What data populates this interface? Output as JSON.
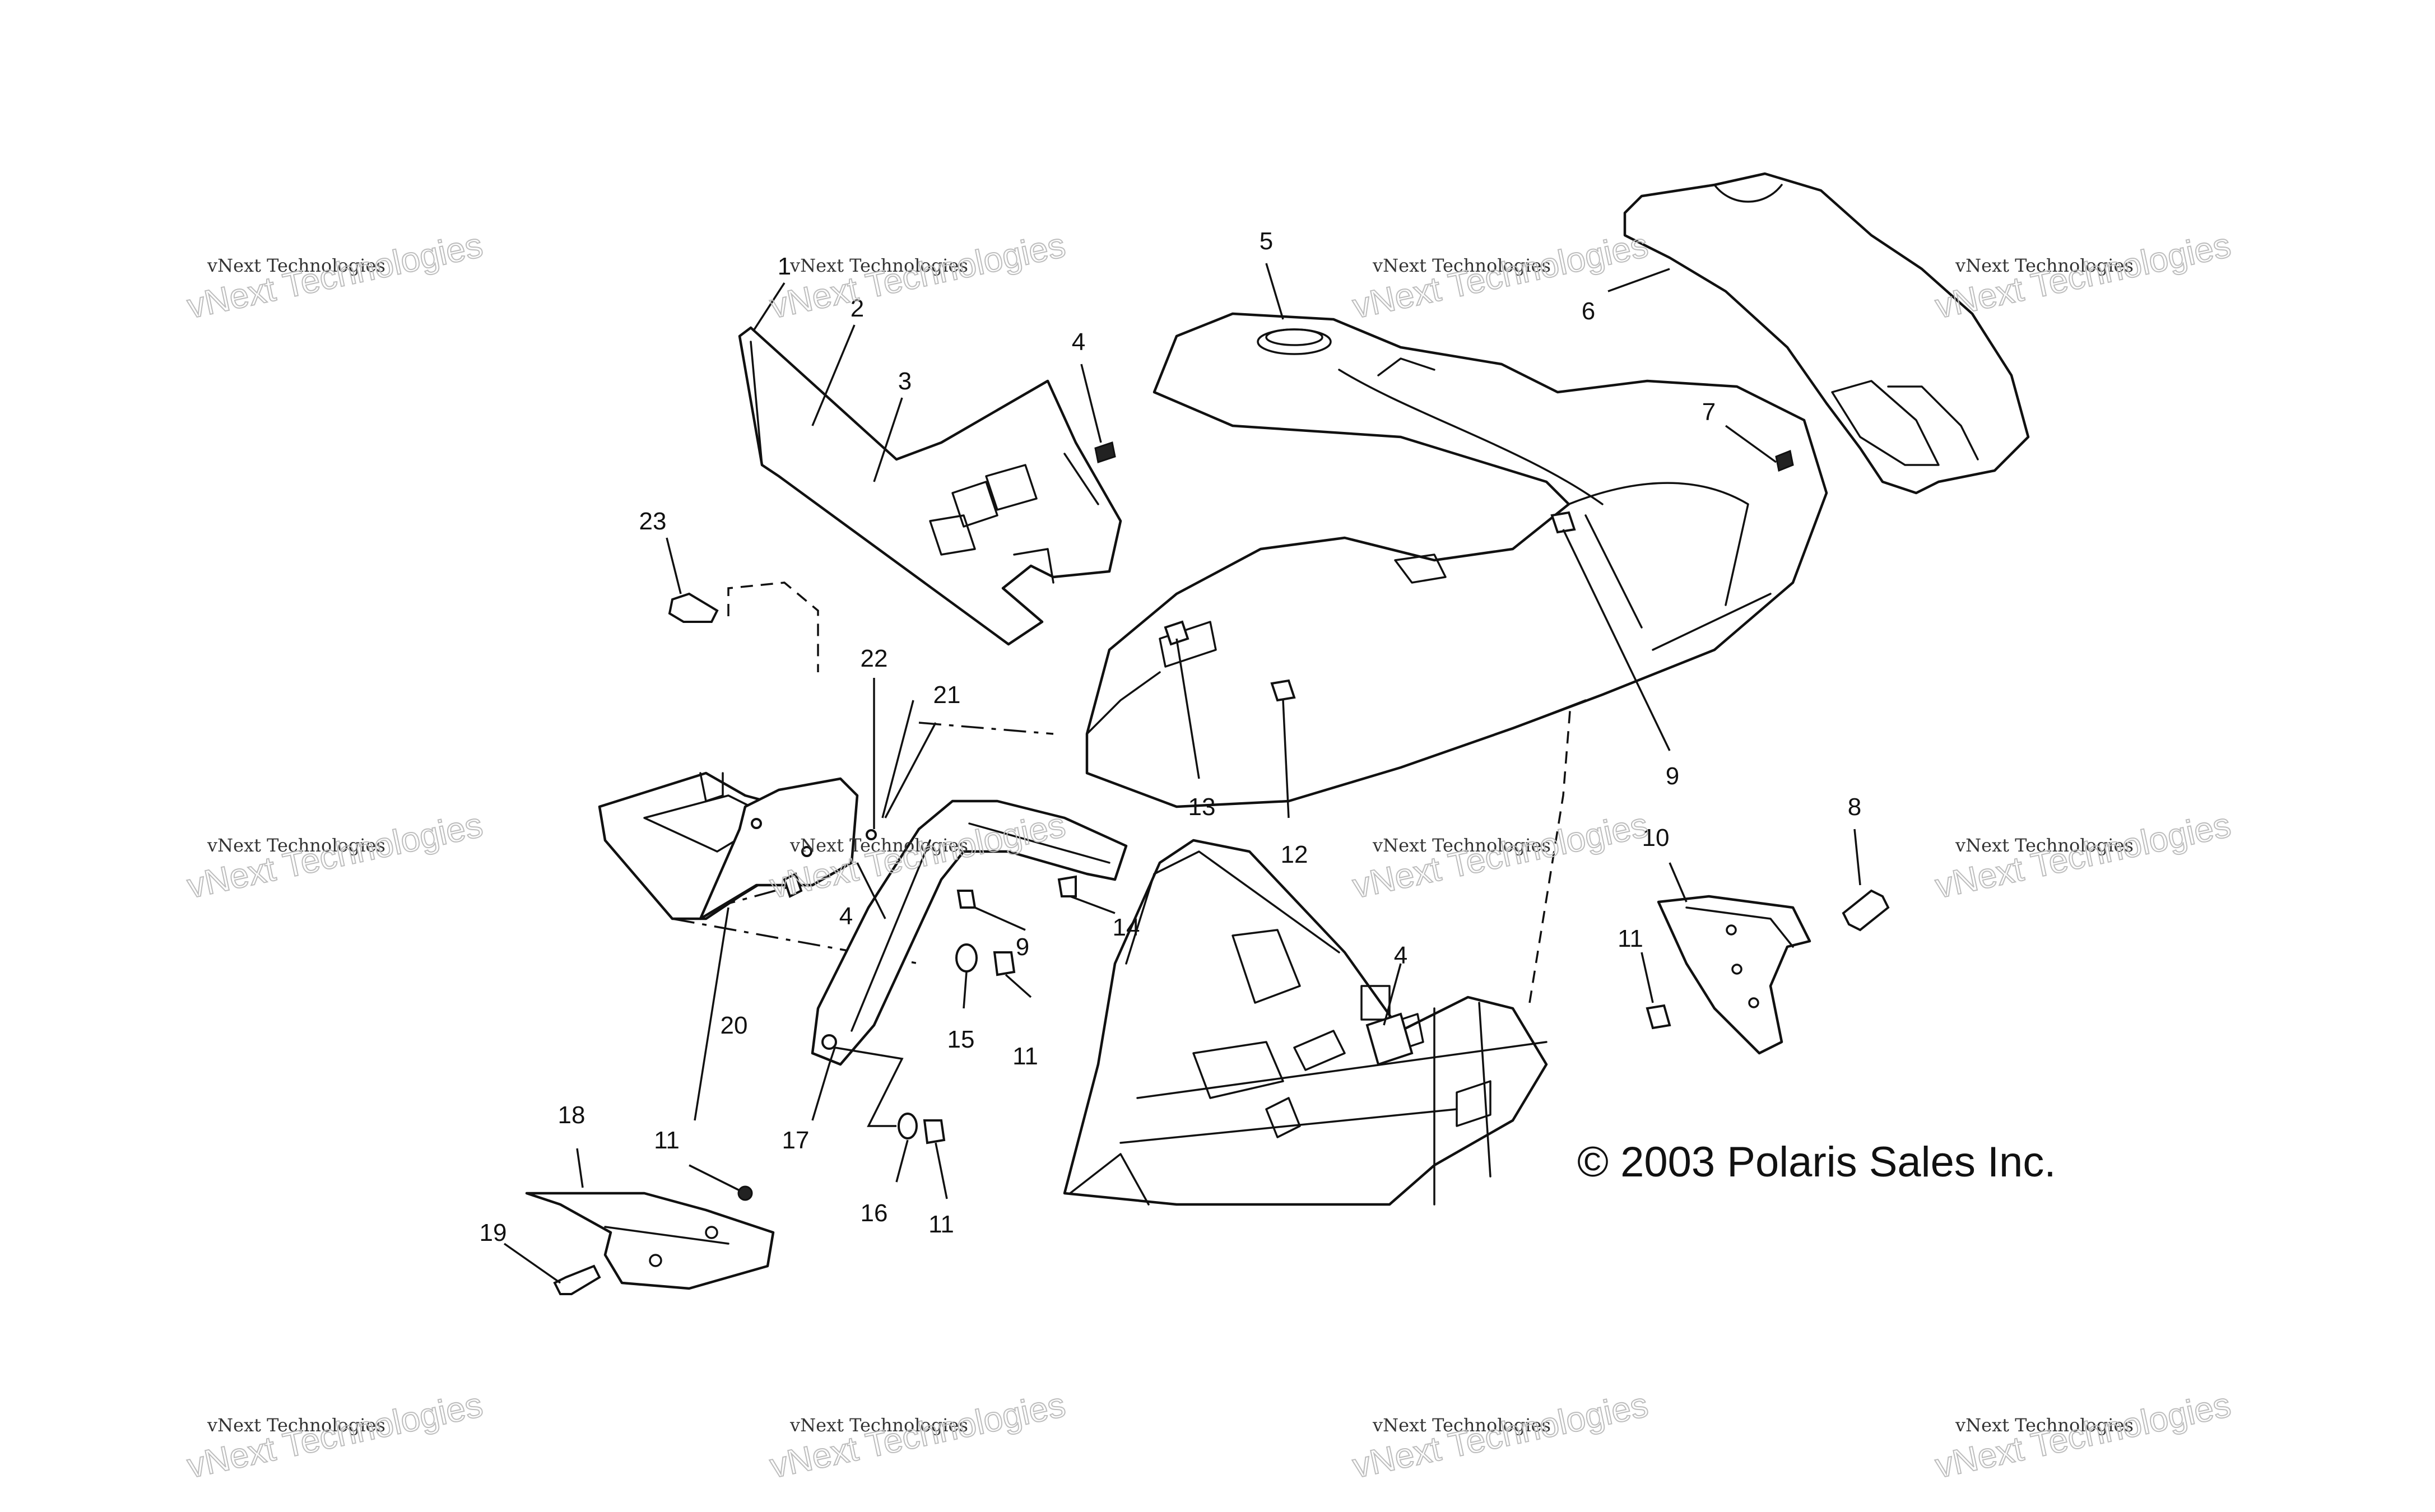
{
  "callouts": [
    "1",
    "2",
    "3",
    "4",
    "5",
    "6",
    "7",
    "8",
    "9",
    "10",
    "11",
    "12",
    "13",
    "14",
    "15",
    "16",
    "17",
    "18",
    "19",
    "20",
    "21",
    "22",
    "23"
  ],
  "copyright": "© 2003 Polaris Sales Inc.",
  "watermark": {
    "line_small": "vNext Technologies",
    "line_big": "vNext Technologies"
  },
  "colors": {
    "ink": "#111111",
    "background": "#ffffff"
  }
}
